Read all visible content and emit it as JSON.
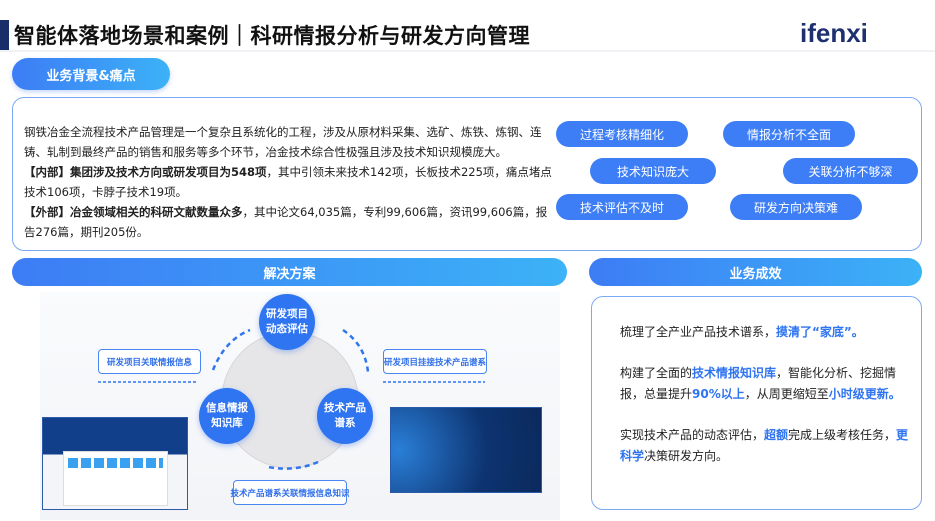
{
  "header": {
    "title": "智能体落地场景和案例｜科研情报分析与研发方向管理",
    "logo": "ifenxi"
  },
  "background": {
    "label": "业务背景&痛点",
    "para1": "钢铁冶金全流程技术产品管理是一个复杂且系统化的工程，涉及从原材料采集、选矿、炼铁、炼钢、连铸、轧制到最终产品的销售和服务等多个环节，冶金技术综合性极强且涉及技术知识规模庞大。",
    "para2_bold": "【内部】集团涉及技术方向或研发项目为548项",
    "para2": "，其中引领未来技术142项，长板技术225项，痛点堵点技术106项，卡脖子技术19项。",
    "para3_bold": "【外部】冶金领域相关的科研文献数量众多",
    "para3": "，其中论文64,035篇，专利99,606篇，资讯99,606篇，报告276篇，期刊205份。",
    "tags": [
      "过程考核精细化",
      "情报分析不全面",
      "技术知识庞大",
      "关联分析不够深",
      "技术评估不及时",
      "研发方向决策难"
    ]
  },
  "solution": {
    "label": "解决方案",
    "nodes": [
      "研发项目动态评估",
      "信息情报知识库",
      "技术产品谱系"
    ],
    "node_lines": [
      [
        "研发项目",
        "动态评估"
      ],
      [
        "信息情报",
        "知识库"
      ],
      [
        "技术产品",
        "谱系"
      ]
    ],
    "links": [
      "研发项目关联情报信息",
      "研发项目挂接技术产品谱系",
      "技术产品谱系关联情报信息知识"
    ]
  },
  "results": {
    "label": "业务成效",
    "r1a": "梳理了全产业产品技术谱系，",
    "r1b": "摸清了“家底”。",
    "r2a": "构建了全面的",
    "r2b": "技术情报知识库",
    "r2c": "，智能化分析、挖掘情报，总量提升",
    "r2d": "90%以上",
    "r2e": "，从周更缩短至",
    "r2f": "小时级更新。",
    "r3a": "实现技术产品的动态评估，",
    "r3b": "超额",
    "r3c": "完成上级考核任务，",
    "r3d": "更科学",
    "r3e": "决策研发方向。"
  },
  "colors": {
    "accent": "#2f74f0",
    "navy": "#1a2d6b"
  }
}
